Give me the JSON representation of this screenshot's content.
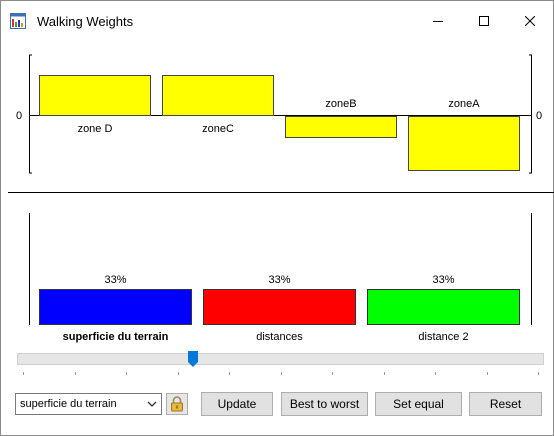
{
  "window": {
    "title": "Walking Weights"
  },
  "top_chart": {
    "zero_label": "0",
    "bars": [
      {
        "label": "zone D",
        "value": 1.0
      },
      {
        "label": "zoneC",
        "value": 1.0
      },
      {
        "label": "zoneB",
        "value": -0.55
      },
      {
        "label": "zoneA",
        "value": -1.35
      }
    ]
  },
  "bottom_chart": {
    "bars": [
      {
        "label": "superficie du terrain",
        "percent_label": "33%",
        "value": 33,
        "color": "#0000ff",
        "selected": true
      },
      {
        "label": "distances",
        "percent_label": "33%",
        "value": 33,
        "color": "#ff0000",
        "selected": false
      },
      {
        "label": "distance 2",
        "percent_label": "33%",
        "value": 33,
        "color": "#00ff00",
        "selected": false
      }
    ]
  },
  "slider": {
    "value_fraction": 0.33
  },
  "controls": {
    "select_value": "superficie du terrain",
    "update_label": "Update",
    "best_to_worst_label": "Best to worst",
    "set_equal_label": "Set equal",
    "reset_label": "Reset"
  }
}
